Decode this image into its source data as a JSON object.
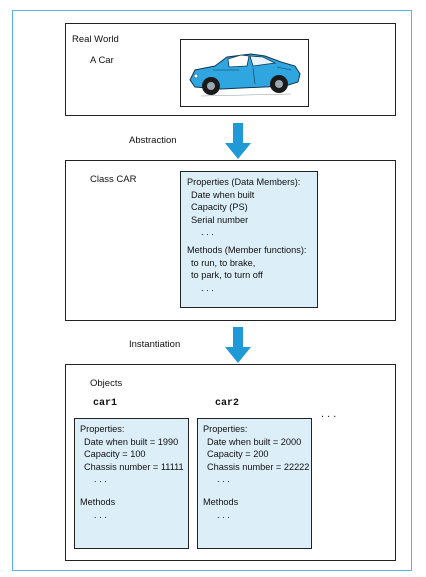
{
  "colors": {
    "frame_border": "#55b4e0",
    "arrow": "#1f9ad6",
    "box_fill": "#dceef8",
    "car_body": "#2fa6e0"
  },
  "real_world": {
    "title": "Real World",
    "object_label": "A Car",
    "image_icon": "car-icon"
  },
  "arrow1_label": "Abstraction",
  "class_box": {
    "title": "Class CAR",
    "properties_heading": "Properties (Data Members):",
    "properties": [
      "Date when built",
      "Capacity (PS)",
      "Serial number",
      ". . ."
    ],
    "methods_heading": "Methods (Member functions):",
    "methods": [
      "to run, to brake,",
      "to park, to turn off",
      ". . ."
    ]
  },
  "arrow2_label": "Instantiation",
  "objects_box": {
    "title": "Objects",
    "more": ". . .",
    "instances": [
      {
        "name": "car1",
        "properties_heading": "Properties:",
        "properties": [
          "Date when built  = 1990",
          "Capacity = 100",
          "Chassis number = 11111",
          ". . ."
        ],
        "methods_heading": "Methods",
        "methods": [
          ". . ."
        ]
      },
      {
        "name": "car2",
        "properties_heading": "Properties:",
        "properties": [
          "Date when built  = 2000",
          "Capacity = 200",
          "Chassis number = 22222",
          ". . ."
        ],
        "methods_heading": "Methods",
        "methods": [
          ". . ."
        ]
      }
    ]
  }
}
